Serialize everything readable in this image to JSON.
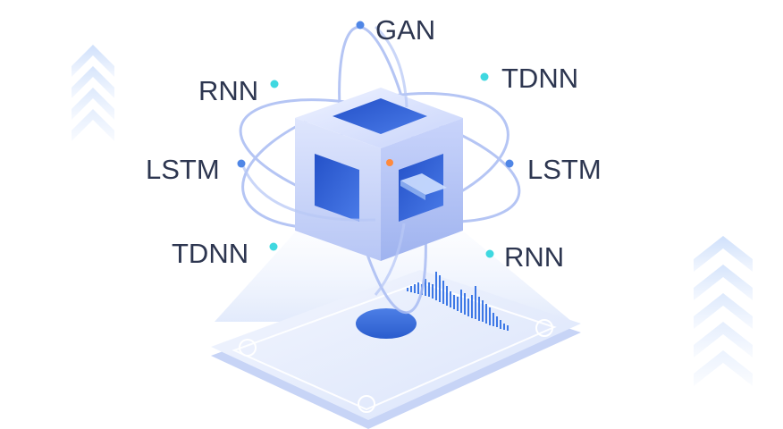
{
  "labels": {
    "gan": "GAN",
    "rnn_left": "RNN",
    "tdnn_right": "TDNN",
    "lstm_left": "LSTM",
    "lstm_right": "LSTM",
    "tdnn_left": "TDNN",
    "rnn_right": "RNN"
  },
  "colors": {
    "text": "#2d3650",
    "dot_blue": "#4f86e6",
    "dot_cyan": "#3fd8e0",
    "dot_orange": "#ff8a3d",
    "cube_light": "#c9d6fb",
    "cube_dark": "#2f5fd6",
    "platform": "#e7eefc",
    "chevron": "#dce8fb"
  }
}
